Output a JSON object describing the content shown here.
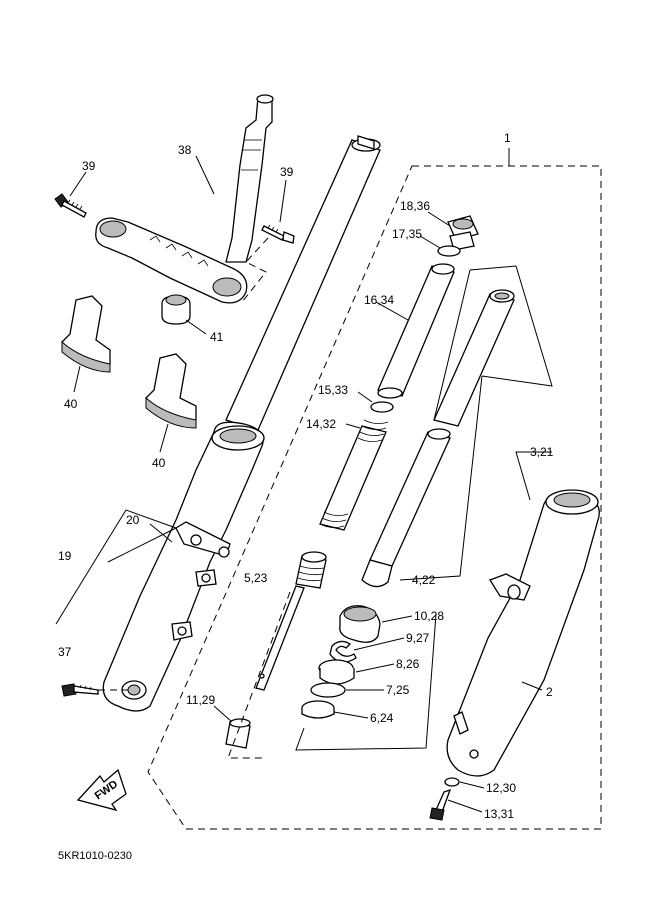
{
  "diagram": {
    "code": "5KR1010-0230",
    "fwd_label": "FWD",
    "callouts": {
      "c1": "1",
      "c2": "2",
      "c3_21": "3,21",
      "c4_22": "4,22",
      "c5_23": "5,23",
      "c6_24": "6,24",
      "c7_25": "7,25",
      "c8_26": "8,26",
      "c9_27": "9,27",
      "c10_28": "10,28",
      "c11_29": "11,29",
      "c12_30": "12,30",
      "c13_31": "13,31",
      "c14_32": "14,32",
      "c15_33": "15,33",
      "c16_34": "16,34",
      "c17_35": "17,35",
      "c18_36": "18,36",
      "c19": "19",
      "c20": "20",
      "c37": "37",
      "c38": "38",
      "c39a": "39",
      "c39b": "39",
      "c40a": "40",
      "c40b": "40",
      "c41": "41"
    }
  }
}
